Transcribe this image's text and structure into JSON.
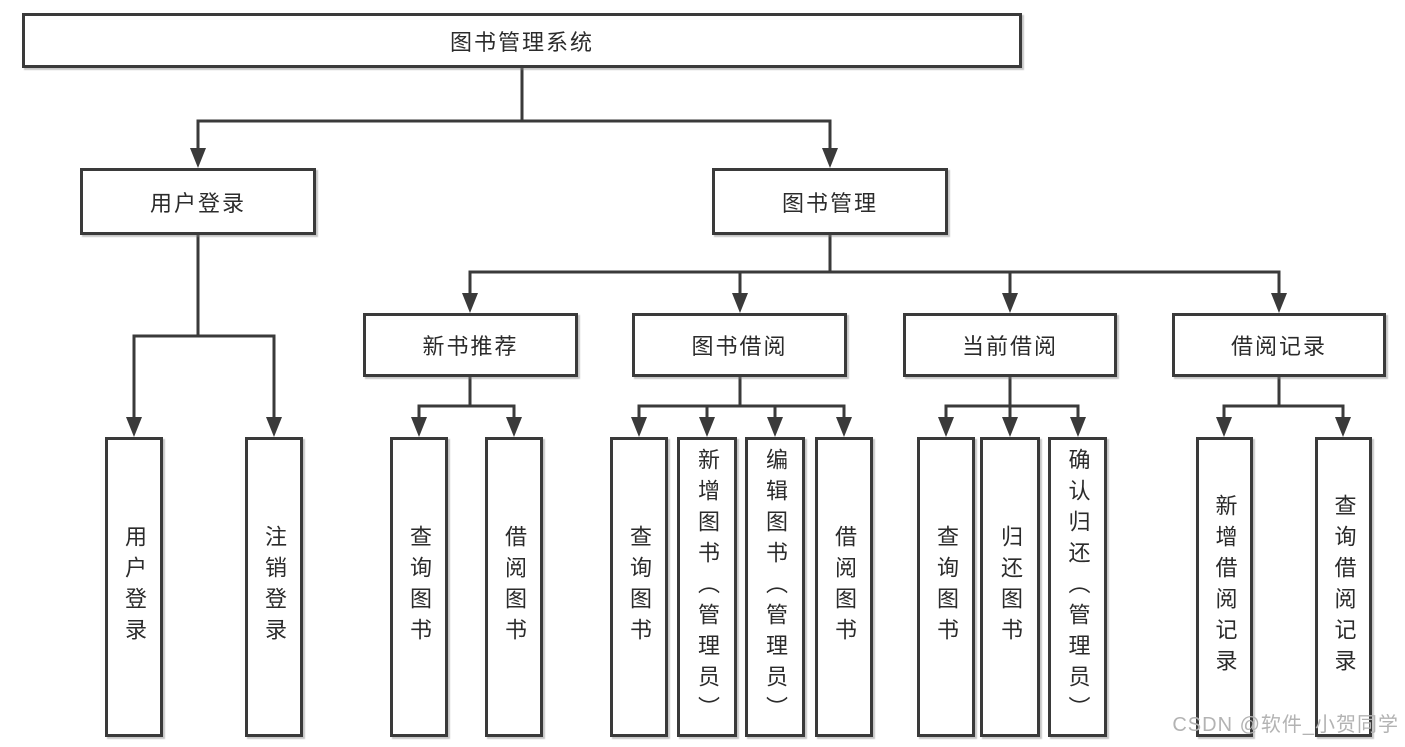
{
  "tree": {
    "label": "图书管理系统",
    "children": [
      {
        "label": "用户登录",
        "children": [
          {
            "label": "用户登录"
          },
          {
            "label": "注销登录"
          }
        ]
      },
      {
        "label": "图书管理",
        "children": [
          {
            "label": "新书推荐",
            "children": [
              {
                "label": "查询图书"
              },
              {
                "label": "借阅图书"
              }
            ]
          },
          {
            "label": "图书借阅",
            "children": [
              {
                "label": "查询图书"
              },
              {
                "label": "新增图书（管理员）"
              },
              {
                "label": "编辑图书（管理员）"
              },
              {
                "label": "借阅图书"
              }
            ]
          },
          {
            "label": "当前借阅",
            "children": [
              {
                "label": "查询图书"
              },
              {
                "label": "归还图书"
              },
              {
                "label": "确认归还（管理员）"
              }
            ]
          },
          {
            "label": "借阅记录",
            "children": [
              {
                "label": "新增借阅记录"
              },
              {
                "label": "查询借阅记录"
              }
            ]
          }
        ]
      }
    ]
  },
  "watermark": {
    "text": "CSDN @软件_小贺同学"
  },
  "colors": {
    "line": "#3a3a3a",
    "box_border": "#3a3a3a",
    "box_fill": "#ffffff",
    "text": "#2b2b2b",
    "watermark": "#b3b3b3"
  }
}
